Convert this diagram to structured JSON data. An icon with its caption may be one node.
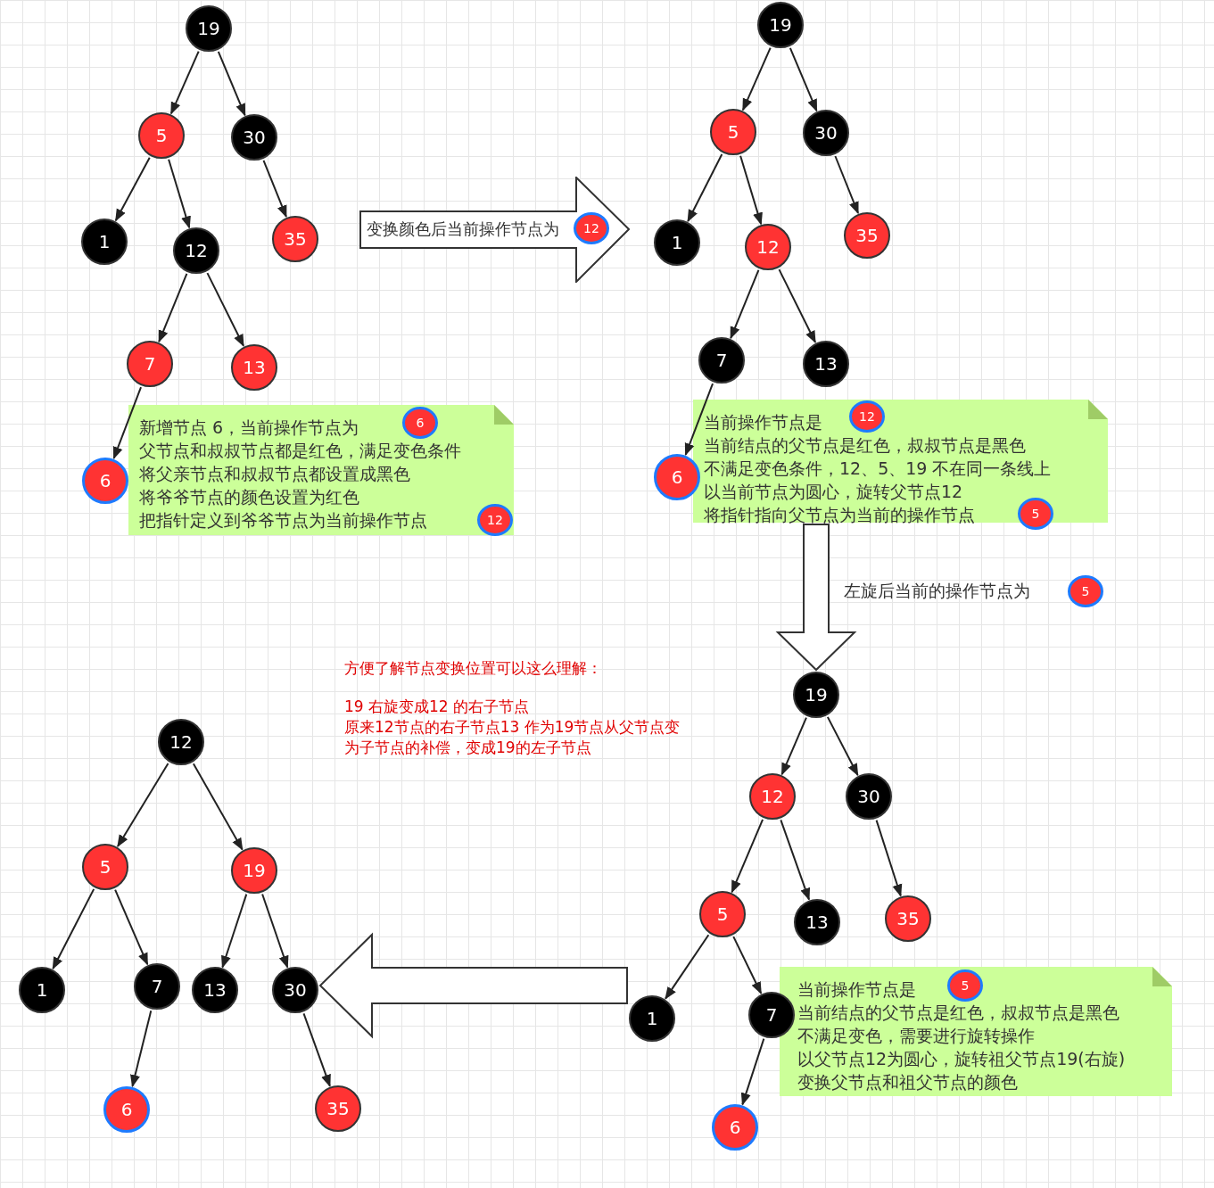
{
  "diagram": {
    "nodes": [
      {
        "text": [
          "19"
        ]
      },
      {
        "text": [
          "5"
        ]
      },
      {
        "text": [
          "30"
        ]
      },
      {
        "text": [
          "1"
        ]
      },
      {
        "text": [
          "12"
        ]
      },
      {
        "text": [
          "35"
        ]
      },
      {
        "text": [
          "7"
        ]
      },
      {
        "text": [
          "13"
        ]
      },
      {
        "text": [
          "6"
        ]
      },
      {
        "text": [
          "新增节点 6，当前操作节点为",
          "父节点和叔叔节点都是红色，满足变色条件",
          "将父亲节点和叔叔节点都设置成黑色",
          "将爷爷节点的颜色设置为红色",
          "把指针定义到爷爷节点为当前操作节点"
        ]
      },
      {
        "text": [
          "6"
        ],
        "in": 9
      },
      {
        "text": [
          "12"
        ],
        "in": 9
      },
      {
        "text": [
          "变换颜色后当前操作节点为"
        ]
      },
      {
        "text": [
          "12"
        ],
        "in": 12
      },
      {
        "text": [
          "19"
        ]
      },
      {
        "text": [
          "5"
        ]
      },
      {
        "text": [
          "30"
        ]
      },
      {
        "text": [
          "1"
        ]
      },
      {
        "text": [
          "12"
        ]
      },
      {
        "text": [
          "35"
        ]
      },
      {
        "text": [
          "7"
        ]
      },
      {
        "text": [
          "13"
        ]
      },
      {
        "text": [
          "6"
        ]
      },
      {
        "text": [
          "当前操作节点是",
          "当前结点的父节点是红色，叔叔节点是黑色",
          "不满足变色条件，12、5、19 不在同一条线上",
          "以当前节点为圆心，旋转父节点12",
          "将指针指向父节点为当前的操作节点"
        ]
      },
      {
        "text": [
          "12"
        ],
        "in": 23
      },
      {
        "text": [
          "5"
        ],
        "in": 23
      },
      {
        "text": [
          "5"
        ]
      },
      {
        "text": [
          "19"
        ]
      },
      {
        "text": [
          "12"
        ]
      },
      {
        "text": [
          "30"
        ]
      },
      {
        "text": [
          "5"
        ]
      },
      {
        "text": [
          "13"
        ]
      },
      {
        "text": [
          "35"
        ]
      },
      {
        "text": [
          "1"
        ]
      },
      {
        "text": [
          "7"
        ]
      },
      {
        "text": [
          "6"
        ]
      },
      {
        "text": [
          "当前操作节点是",
          "当前结点的父节点是红色，叔叔节点是黑色",
          "不满足变色，需要进行旋转操作",
          "以父节点12为圆心，旋转祖父节点19(右旋)",
          "变换父节点和祖父节点的颜色"
        ]
      },
      {
        "text": [
          "5"
        ],
        "in": 36
      },
      {
        "text": [
          "12"
        ]
      },
      {
        "text": [
          "5"
        ]
      },
      {
        "text": [
          "19"
        ]
      },
      {
        "text": [
          "1"
        ]
      },
      {
        "text": [
          "7"
        ]
      },
      {
        "text": [
          "13"
        ]
      },
      {
        "text": [
          "30"
        ]
      },
      {
        "text": [
          "6"
        ]
      },
      {
        "text": [
          "35"
        ]
      }
    ],
    "edges": [
      {
        "from": 0,
        "to": 1,
        "arrow": "to"
      },
      {
        "from": 0,
        "to": 2,
        "arrow": "to"
      },
      {
        "from": 1,
        "to": 3,
        "arrow": "to"
      },
      {
        "from": 1,
        "to": 4,
        "arrow": "to"
      },
      {
        "from": 2,
        "to": 5,
        "arrow": "to"
      },
      {
        "from": 4,
        "to": 6,
        "arrow": "to"
      },
      {
        "from": 4,
        "to": 7,
        "arrow": "to"
      },
      {
        "from": 6,
        "to": 8,
        "arrow": "to"
      },
      {
        "from": 14,
        "to": 15,
        "arrow": "to"
      },
      {
        "from": 14,
        "to": 16,
        "arrow": "to"
      },
      {
        "from": 15,
        "to": 17,
        "arrow": "to"
      },
      {
        "from": 15,
        "to": 18,
        "arrow": "to"
      },
      {
        "from": 16,
        "to": 19,
        "arrow": "to"
      },
      {
        "from": 18,
        "to": 20,
        "arrow": "to"
      },
      {
        "from": 18,
        "to": 21,
        "arrow": "to"
      },
      {
        "from": 20,
        "to": 22,
        "arrow": "to"
      },
      {
        "from": 23,
        "to": 27,
        "arrow": "to",
        "style": "thick",
        "label": "左旋后当前的操作节点为"
      },
      {
        "from": 27,
        "to": 28,
        "arrow": "to"
      },
      {
        "from": 27,
        "to": 29,
        "arrow": "to"
      },
      {
        "from": 28,
        "to": 30,
        "arrow": "to"
      },
      {
        "from": 28,
        "to": 31,
        "arrow": "to"
      },
      {
        "from": 29,
        "to": 32,
        "arrow": "to"
      },
      {
        "from": 30,
        "to": 33,
        "arrow": "to"
      },
      {
        "from": 30,
        "to": 34,
        "arrow": "to"
      },
      {
        "from": 34,
        "to": 35,
        "arrow": "to"
      },
      {
        "from": 33,
        "to": 44,
        "arrow": "to",
        "style": "thick"
      },
      {
        "from": 38,
        "to": 39,
        "arrow": "to"
      },
      {
        "from": 38,
        "to": 40,
        "arrow": "to"
      },
      {
        "from": 39,
        "to": 41,
        "arrow": "to"
      },
      {
        "from": 39,
        "to": 42,
        "arrow": "to"
      },
      {
        "from": 40,
        "to": 43,
        "arrow": "to"
      },
      {
        "from": 40,
        "to": 44,
        "arrow": "to"
      },
      {
        "from": 42,
        "to": 45,
        "arrow": "to"
      },
      {
        "from": 44,
        "to": 46,
        "arrow": "to"
      }
    ],
    "labels": [
      "方便了解节点变换位置可以这么理解：",
      "19 右旋变成12 的右子节点",
      "原来12节点的右子节点13 作为19节点从父节点变为子节点的补偿，变成19的左子节点"
    ]
  }
}
